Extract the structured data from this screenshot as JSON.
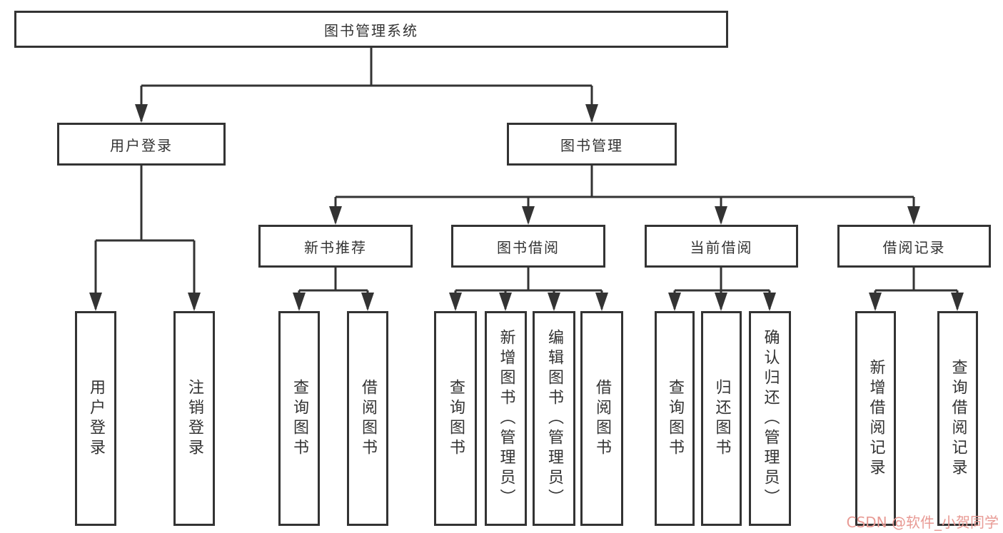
{
  "diagram": {
    "root": {
      "label": "图书管理系统"
    },
    "branches": [
      {
        "label": "用户登录",
        "children": [
          {
            "label": "用户登录"
          },
          {
            "label": "注销登录"
          }
        ]
      },
      {
        "label": "图书管理",
        "children": [
          {
            "label": "新书推荐",
            "children": [
              {
                "label": "查询图书"
              },
              {
                "label": "借阅图书"
              }
            ]
          },
          {
            "label": "图书借阅",
            "children": [
              {
                "label": "查询图书"
              },
              {
                "label": "新增图书（管理员）"
              },
              {
                "label": "编辑图书（管理员）"
              },
              {
                "label": "借阅图书"
              }
            ]
          },
          {
            "label": "当前借阅",
            "children": [
              {
                "label": "查询图书"
              },
              {
                "label": "归还图书"
              },
              {
                "label": "确认归还（管理员）"
              }
            ]
          },
          {
            "label": "借阅记录",
            "children": [
              {
                "label": "新增借阅记录"
              },
              {
                "label": "查询借阅记录"
              }
            ]
          }
        ]
      }
    ]
  },
  "watermark": {
    "text": "CSDN @软件_小贺同学"
  },
  "colors": {
    "line": "#333333",
    "box_border": "#333333",
    "text": "#333333",
    "watermark": "#e89a94",
    "background": "#ffffff"
  }
}
